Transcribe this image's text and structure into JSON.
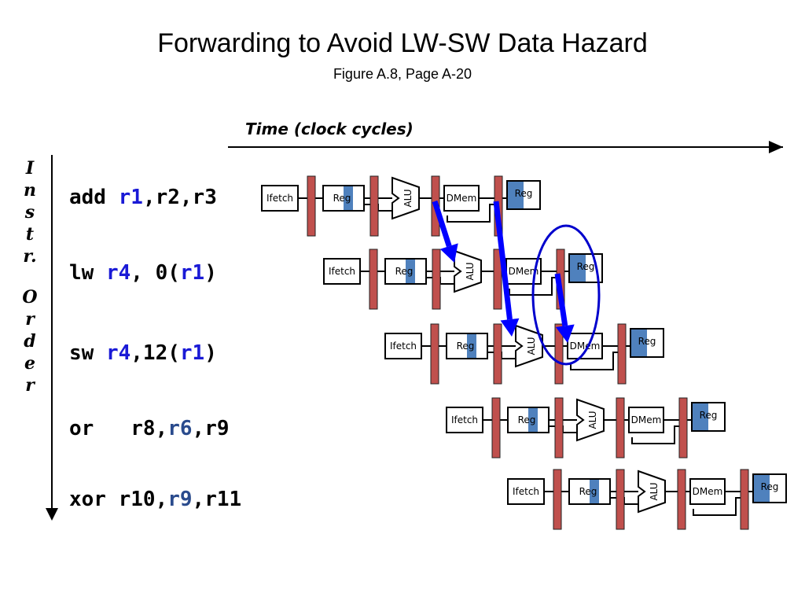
{
  "title": "Forwarding to Avoid LW-SW Data Hazard",
  "subtitle": "Figure A.8, Page A-20",
  "time_label": "Time (clock cycles)",
  "vertical_label": [
    "I",
    "n",
    "s",
    "t",
    "r.",
    "O",
    "r",
    "d",
    "e",
    "r"
  ],
  "instructions": [
    {
      "parts": [
        {
          "t": "add ",
          "c": ""
        },
        {
          "t": "r1",
          "c": "hl1"
        },
        {
          "t": ",r2,r3",
          "c": ""
        }
      ]
    },
    {
      "parts": [
        {
          "t": "lw ",
          "c": ""
        },
        {
          "t": "r4",
          "c": "hl1"
        },
        {
          "t": ", 0(",
          "c": ""
        },
        {
          "t": "r1",
          "c": "hl1"
        },
        {
          "t": ")",
          "c": ""
        }
      ]
    },
    {
      "parts": [
        {
          "t": "sw ",
          "c": ""
        },
        {
          "t": "r4",
          "c": "hl1"
        },
        {
          "t": ",12(",
          "c": ""
        },
        {
          "t": "r1",
          "c": "hl1"
        },
        {
          "t": ")",
          "c": ""
        }
      ]
    },
    {
      "parts": [
        {
          "t": "or   r8,",
          "c": ""
        },
        {
          "t": "r6",
          "c": "hl2"
        },
        {
          "t": ",r9",
          "c": ""
        }
      ]
    },
    {
      "parts": [
        {
          "t": "xor r10,",
          "c": ""
        },
        {
          "t": "r9",
          "c": "hl2"
        },
        {
          "t": ",r11",
          "c": ""
        }
      ]
    }
  ],
  "stage_labels": {
    "ifetch": "Ifetch",
    "reg": "Reg",
    "alu": "ALU",
    "dmem": "DMem"
  },
  "colors": {
    "pipeline_register": "#c0504d",
    "reg_shade": "#4f81bd",
    "forward_arrow": "#0000ff",
    "circle": "#0000cc"
  }
}
